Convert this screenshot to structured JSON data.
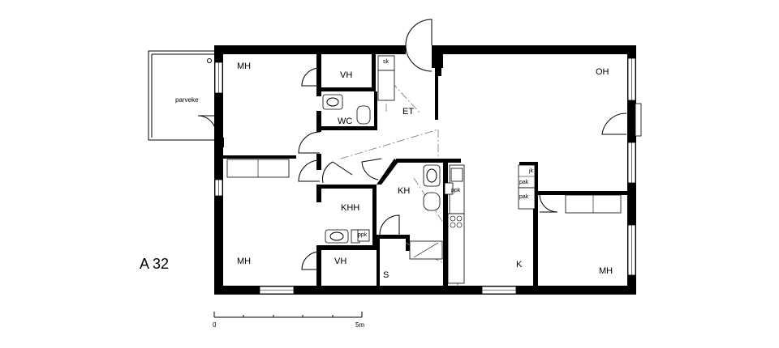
{
  "apartment_id": "A 32",
  "rooms": {
    "mh_top_left": "MH",
    "mh_bottom_left": "MH",
    "mh_right": "MH",
    "vh_top": "VH",
    "vh_bottom": "VH",
    "wc": "WC",
    "et": "ET",
    "oh": "OH",
    "kh": "KH",
    "khh": "KHH",
    "k": "K",
    "s": "S",
    "parveke": "parveke"
  },
  "fixtures": {
    "sk": "sk",
    "jk": "jk",
    "pak_1": "pak",
    "pak_2": "pak",
    "ppk_1": "ppk",
    "ppk_2": "ppk"
  },
  "scale": {
    "start": "0",
    "end": "5m"
  }
}
